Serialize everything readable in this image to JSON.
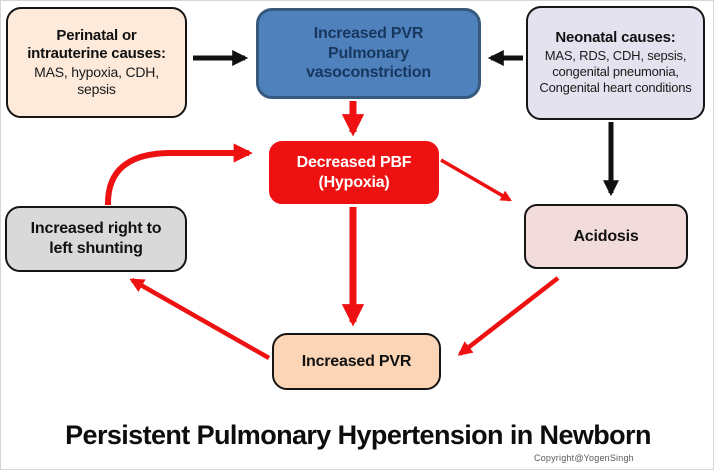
{
  "diagram": {
    "title": "Persistent Pulmonary Hypertension in Newborn",
    "copyright": "Copyright@YogenSingh",
    "boxes": {
      "perinatal": {
        "heading": "Perinatal or intrauterine causes:",
        "body": "MAS, hypoxia, CDH, sepsis"
      },
      "vasoconstriction": {
        "line1": "Increased PVR",
        "line2": "Pulmonary vasoconstriction"
      },
      "neonatal": {
        "heading": "Neonatal causes:",
        "body": "MAS, RDS, CDH, sepsis, congenital pneumonia, Congenital heart conditions"
      },
      "decreased_pbf": {
        "line1": "Decreased PBF",
        "line2": "(Hypoxia)"
      },
      "shunting": {
        "label": "Increased right to left shunting"
      },
      "acidosis": {
        "label": "Acidosis"
      },
      "increased_pvr": {
        "label": "Increased PVR"
      }
    },
    "colors": {
      "perinatal_bg": "#fdeada",
      "vasoconstriction_bg": "#4f81bd",
      "vasoconstriction_border": "#36597d",
      "neonatal_bg": "#e5e2ef",
      "decreased_pbf_bg": "#ee1111",
      "shunting_bg": "#d9d9d9",
      "acidosis_bg": "#f2dcdb",
      "increased_pvr_bg": "#fbd5b5",
      "arrow_red": "#ee1111",
      "arrow_black": "#111111",
      "box_border": "#151515"
    }
  }
}
